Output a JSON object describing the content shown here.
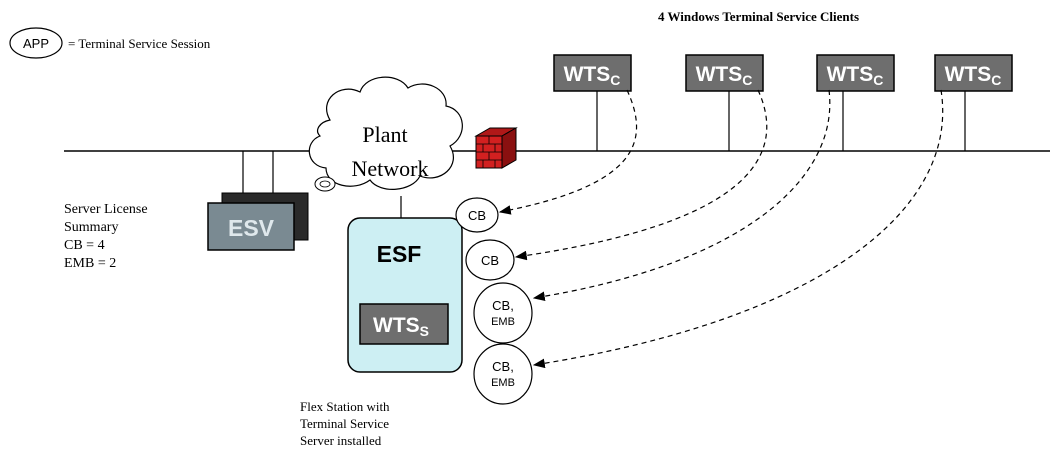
{
  "legend": {
    "session_label": "APP",
    "session_desc": "= Terminal Service Session"
  },
  "clients": {
    "title": "4 Windows Terminal Service Clients",
    "items": [
      {
        "label": "WTS",
        "sub": "C"
      },
      {
        "label": "WTS",
        "sub": "C"
      },
      {
        "label": "WTS",
        "sub": "C"
      },
      {
        "label": "WTS",
        "sub": "C"
      }
    ]
  },
  "network": {
    "line1": "Plant",
    "line2": "Network"
  },
  "esv": {
    "label": "ESV"
  },
  "license_summary": {
    "lines": [
      "Server License",
      "Summary",
      "CB = 4",
      "EMB = 2"
    ]
  },
  "esf": {
    "label": "ESF",
    "wts_label": "WTS",
    "wts_sub": "S",
    "caption": [
      "Flex Station with",
      "Terminal Service",
      "Server installed"
    ]
  },
  "sessions": [
    {
      "lines": [
        "CB"
      ]
    },
    {
      "lines": [
        "CB"
      ]
    },
    {
      "lines": [
        "CB,",
        "EMB"
      ]
    },
    {
      "lines": [
        "CB,",
        "EMB"
      ]
    }
  ],
  "colors": {
    "client_box": "#6e6e6e",
    "esv_front": "#7a8a92",
    "esv_back": "#2a2a2a",
    "esf_fill": "#cdeff3",
    "firewall": "#d22020",
    "line": "#000000"
  }
}
